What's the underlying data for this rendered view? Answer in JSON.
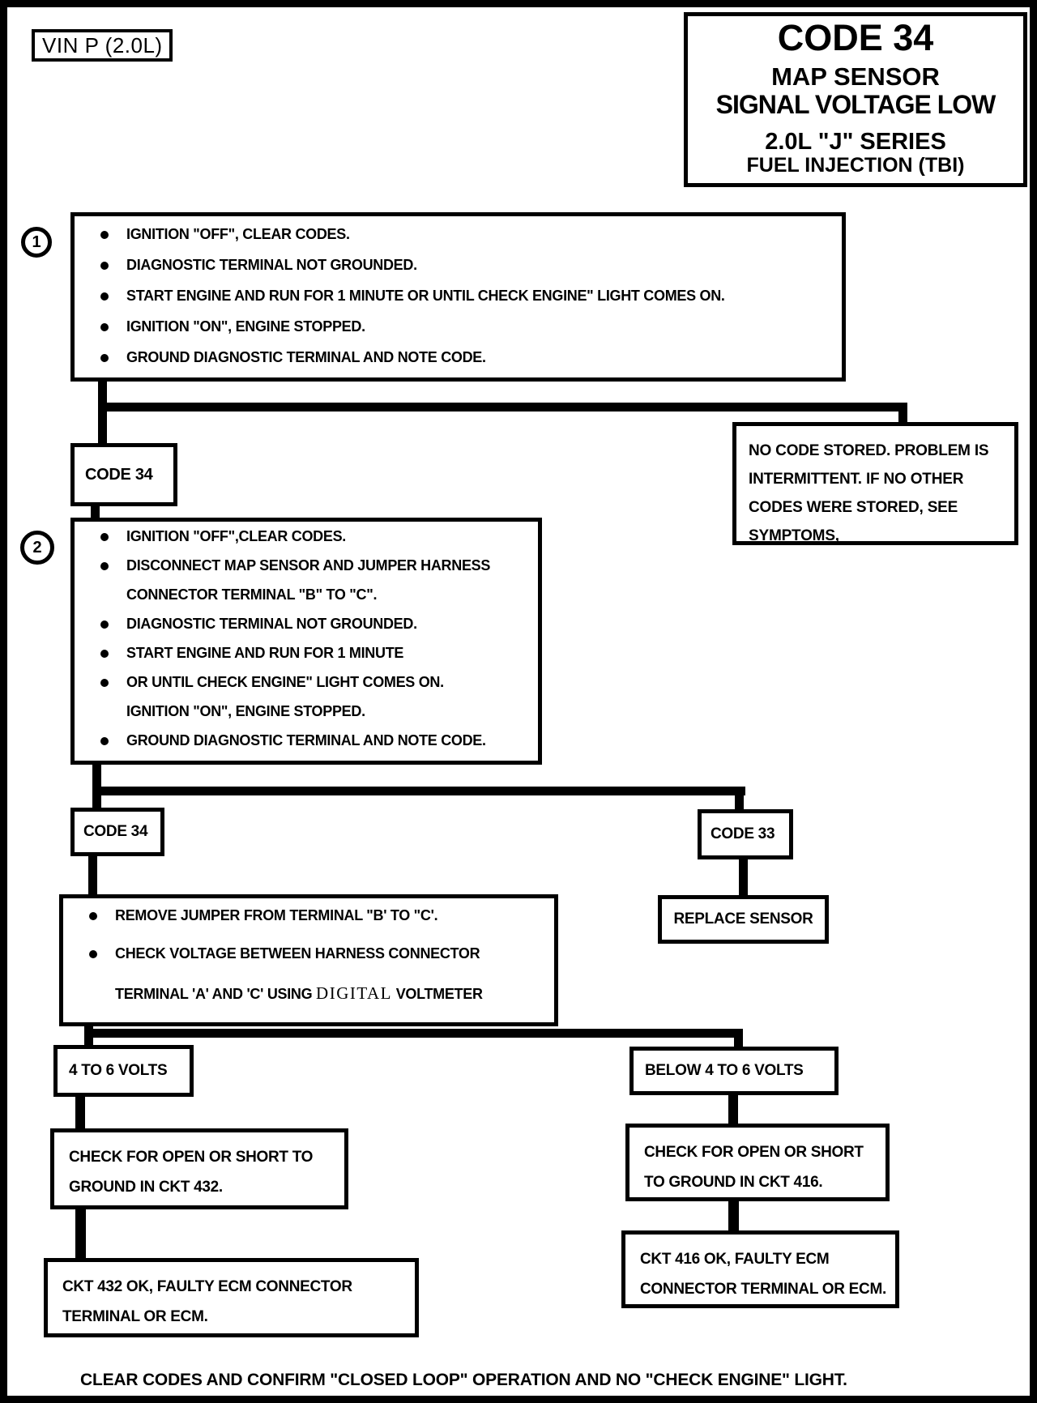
{
  "page": {
    "vin_label": "VIN P (2.0L)",
    "title": {
      "code": "CODE 34",
      "subtitle1": "MAP SENSOR",
      "subtitle2": "SIGNAL VOLTAGE LOW",
      "series": "2.0L \"J\" SERIES",
      "system": "FUEL INJECTION (TBI)"
    },
    "footer": "CLEAR CODES AND CONFIRM \"CLOSED LOOP\"  OPERATION AND NO \"CHECK ENGINE\" LIGHT."
  },
  "flow": {
    "step1": {
      "number": "1",
      "bullets": [
        "IGNITION \"OFF\", CLEAR CODES.",
        "DIAGNOSTIC TERMINAL NOT GROUNDED.",
        "START  ENGINE AND RUN FOR 1 MINUTE OR UNTIL CHECK ENGINE\" LIGHT COMES ON.",
        "IGNITION \"ON\", ENGINE STOPPED.",
        "GROUND DIAGNOSTIC TERMINAL AND NOTE CODE."
      ]
    },
    "no_code_box": {
      "lines": [
        "NO CODE STORED.  PROBLEM IS",
        "INTERMITTENT.  IF NO OTHER",
        "CODES WERE STORED, SEE",
        "SYMPTOMS,"
      ]
    },
    "code34_first": "CODE 34",
    "step2": {
      "number": "2",
      "rows": [
        "IGNITION \"OFF\",CLEAR CODES.",
        "DISCONNECT MAP SENSOR AND JUMPER HARNESS",
        "CONNECTOR TERMINAL \"B\" TO \"C\".",
        "DIAGNOSTIC TERMINAL NOT GROUNDED.",
        "START  ENGINE AND RUN FOR 1 MINUTE",
        "OR UNTIL CHECK ENGINE\" LIGHT COMES ON.",
        "IGNITION \"ON\", ENGINE STOPPED.",
        "GROUND DIAGNOSTIC TERMINAL AND NOTE CODE."
      ]
    },
    "code34_second": "CODE 34",
    "code33": "CODE 33",
    "replace_sensor": "REPLACE SENSOR",
    "step3": {
      "rows": [
        "REMOVE JUMPER FROM TERMINAL \"B' TO \"C'.",
        "CHECK VOLTAGE BETWEEN HARNESS CONNECTOR"
      ],
      "last_row": {
        "prefix": "TERMINAL 'A' AND 'C' USING ",
        "serif": "DIGITAL",
        "suffix": " VOLTMETER"
      }
    },
    "branch_left": {
      "label": "4  TO 6 VOLTS",
      "check_line1": "CHECK FOR OPEN OR SHORT TO",
      "check_line2": "GROUND IN CKT 432.",
      "result_line1": "CKT 432 OK, FAULTY ECM CONNECTOR",
      "result_line2": "TERMINAL OR ECM."
    },
    "branch_right": {
      "label": "BELOW 4  TO 6 VOLTS",
      "check_line1": "CHECK FOR OPEN OR SHORT",
      "check_line2": "TO GROUND IN CKT 416.",
      "result_line1": "CKT 416 OK, FAULTY ECM",
      "result_line2": "CONNECTOR TERMINAL OR ECM."
    }
  }
}
